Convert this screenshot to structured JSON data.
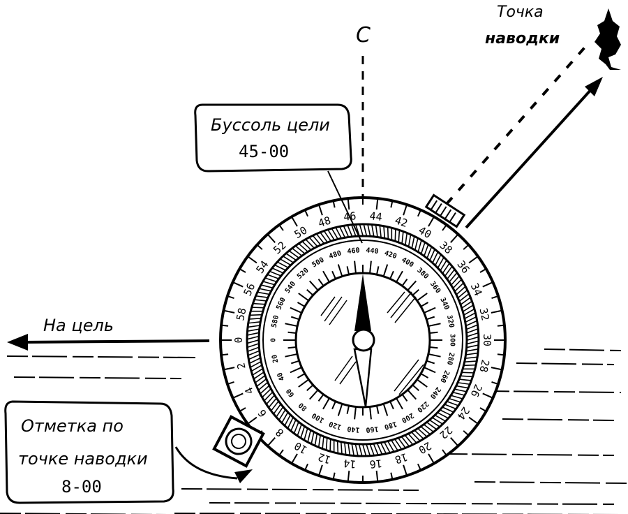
{
  "labels": {
    "north": "С",
    "target_bearing_line1": "Буссоль цели",
    "target_bearing_value": "45-00",
    "aiming_point_line1": "Точка",
    "aiming_point_line2": "наводки",
    "to_target": "На цель",
    "mark_line1": "Отметка по",
    "mark_line2": "точке наводки",
    "mark_value": "8-00"
  },
  "outer_scale": [
    "0",
    "2",
    "4",
    "6",
    "8",
    "10",
    "12",
    "14",
    "16",
    "18",
    "20",
    "22",
    "24",
    "26",
    "28",
    "30",
    "32",
    "34",
    "36",
    "38",
    "40",
    "42",
    "44",
    "46",
    "48",
    "50",
    "52",
    "54",
    "56",
    "58"
  ],
  "inner_scale": [
    "0",
    "20",
    "40",
    "60",
    "80",
    "100",
    "120",
    "140",
    "160",
    "180",
    "200",
    "220",
    "240",
    "260",
    "280",
    "300",
    "320",
    "340",
    "360",
    "380",
    "400",
    "420",
    "440",
    "460",
    "480",
    "500",
    "520",
    "540",
    "560",
    "580"
  ],
  "colors": {
    "ink": "#000000",
    "paper": "#ffffff"
  }
}
